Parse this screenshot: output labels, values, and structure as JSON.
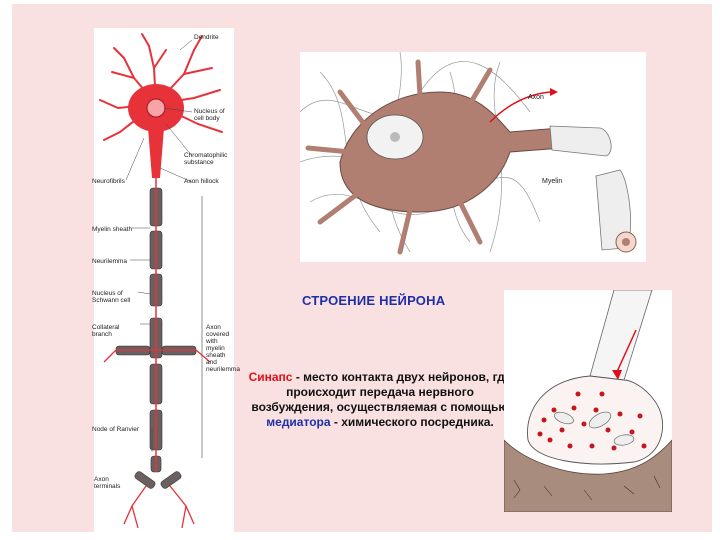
{
  "title": "СТРОЕНИЕ НЕЙРОНА",
  "synapse": {
    "term": "Синапс",
    "text_1": " - место контакта двух нейронов, где происходит передача нервного возбуждения, осуществляемая с помощью ",
    "mediator": "медиатора",
    "text_2": " - химического посредника."
  },
  "neuron_labels": {
    "dendrite": "Dendrite",
    "nucleus_cell_body": "Nucleus of\ncell body",
    "chromatophilic": "Chromatophilic\nsubstance",
    "neurofibrils": "Neurofibrils",
    "axon_hillock": "Axon hillock",
    "myelin_sheath": "Myelin sheath",
    "neurilemma": "Neurilemma",
    "nucleus_schwann": "Nucleus of\nSchwann cell",
    "collateral_branch": "Collateral\nbranch",
    "axon_covered": "Axon\ncovered\nwith\nmyelin\nsheath\nand\nneurilemma",
    "node_ranvier": "Node of Ranvier",
    "axon_terminals": "Axon\nterminals"
  },
  "axon_labels": {
    "axon": "Axon",
    "myelin": "Myelin"
  },
  "colors": {
    "background": "#f9e1e1",
    "title": "#1f2fa8",
    "highlight_red": "#e0101a",
    "neuron_red": "#e8323a",
    "cell_brown": "#b07f72"
  }
}
